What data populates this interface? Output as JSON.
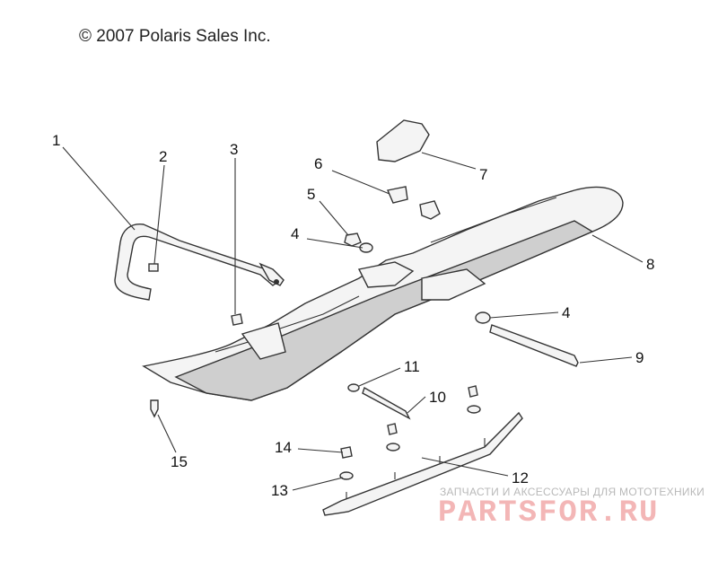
{
  "copyright": "© 2007 Polaris Sales Inc.",
  "callouts": [
    "1",
    "2",
    "3",
    "4",
    "5",
    "6",
    "7",
    "8",
    "4",
    "9",
    "11",
    "10",
    "14",
    "12",
    "13",
    "15"
  ],
  "watermark": {
    "subtitle": "ЗАПЧАСТИ И АКСЕССУАРЫ ДЛЯ МОТОТЕХНИКИ",
    "logo": "PARTSFOR.RU"
  }
}
